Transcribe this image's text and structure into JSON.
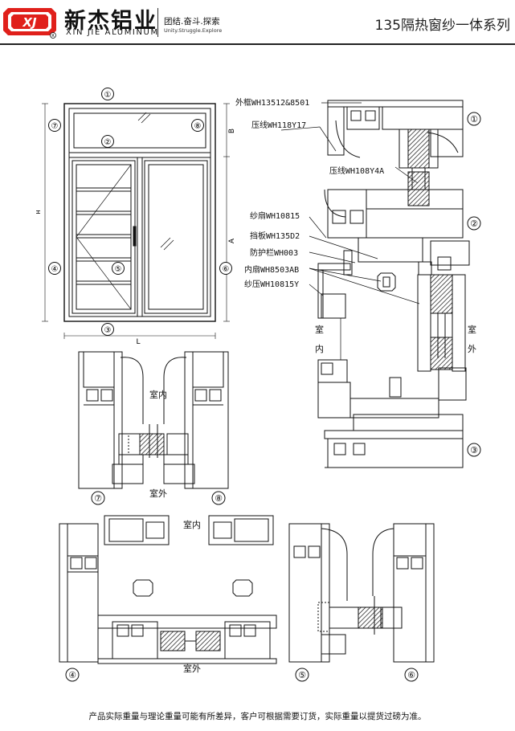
{
  "header": {
    "brand_cn": "新杰铝业",
    "brand_en": "XIN JIE ALUMINUM",
    "slogan_cn": "团结.奋斗.探索",
    "slogan_en": "Unity.Struggle.Explore",
    "series_title": "135隔热窗纱一体系列",
    "brand_color": "#e0201b",
    "logo_letters": "XJ"
  },
  "elevation": {
    "markers": [
      "①",
      "②",
      "③",
      "④",
      "⑤",
      "⑥",
      "⑦",
      "⑧"
    ],
    "dim_width": "L",
    "dim_height_lower": "A",
    "dim_height_upper": "B",
    "dim_total_height": "H"
  },
  "section_main": {
    "labels": [
      "外框WH13512&8501",
      "压线WH118Y17",
      "压线WH108Y4A",
      "纱扇WH10815",
      "挡板WH135D2",
      "防护栏WH003",
      "内扇WH8503AB",
      "纱压WH10815Y"
    ],
    "indoor_a": "室",
    "indoor_b": "内",
    "outdoor_a": "室",
    "outdoor_b": "外",
    "markers": [
      "①",
      "②",
      "③"
    ]
  },
  "section_78": {
    "indoor": "室内",
    "outdoor": "室外",
    "markers": [
      "⑦",
      "⑧"
    ]
  },
  "section_456": {
    "indoor": "室内",
    "outdoor": "室外",
    "markers": [
      "④",
      "⑤",
      "⑥"
    ]
  },
  "footer": {
    "note": "产品实际重量与理论重量可能有所差异，客户可根据需要订货，实际重量以提货过磅为准。"
  }
}
